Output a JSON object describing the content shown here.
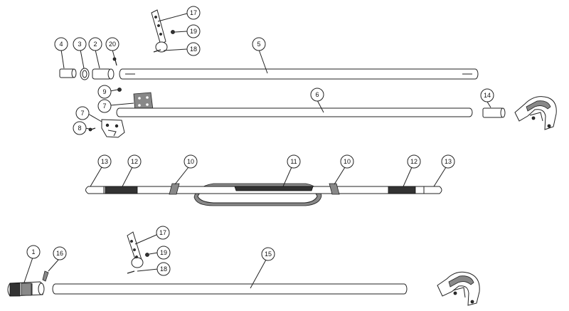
{
  "callouts": [
    {
      "id": "c17a",
      "label": "17"
    },
    {
      "id": "c19a",
      "label": "19"
    },
    {
      "id": "c18a",
      "label": "18"
    },
    {
      "id": "c4",
      "label": "4"
    },
    {
      "id": "c3",
      "label": "3"
    },
    {
      "id": "c2",
      "label": "2"
    },
    {
      "id": "c20",
      "label": "20"
    },
    {
      "id": "c5",
      "label": "5"
    },
    {
      "id": "c9",
      "label": "9"
    },
    {
      "id": "c7a",
      "label": "7"
    },
    {
      "id": "c6",
      "label": "6"
    },
    {
      "id": "c14",
      "label": "14"
    },
    {
      "id": "c7b",
      "label": "7"
    },
    {
      "id": "c8",
      "label": "8"
    },
    {
      "id": "c13a",
      "label": "13"
    },
    {
      "id": "c12a",
      "label": "12"
    },
    {
      "id": "c10a",
      "label": "10"
    },
    {
      "id": "c11",
      "label": "11"
    },
    {
      "id": "c10b",
      "label": "10"
    },
    {
      "id": "c12b",
      "label": "12"
    },
    {
      "id": "c13b",
      "label": "13"
    },
    {
      "id": "c17b",
      "label": "17"
    },
    {
      "id": "c19b",
      "label": "19"
    },
    {
      "id": "c18b",
      "label": "18"
    },
    {
      "id": "c1",
      "label": "1"
    },
    {
      "id": "c16",
      "label": "16"
    },
    {
      "id": "c15",
      "label": "15"
    }
  ]
}
